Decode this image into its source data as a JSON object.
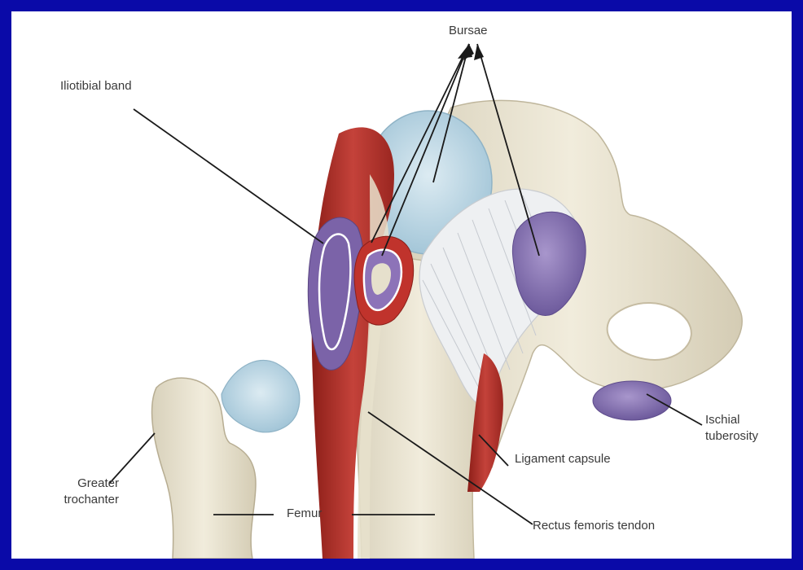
{
  "labels": {
    "bursae": "Bursae",
    "iliotibial_band": "Iliotibial band",
    "greater_trochanter": [
      "Greater",
      "trochanter"
    ],
    "femur": "Femur",
    "ligament_capsule": "Ligament capsule",
    "rectus_femoris_tendon": "Rectus femoris tendon",
    "ischial_tuberosity": [
      "Ischial",
      "tuberosity"
    ]
  },
  "colors": {
    "frame": "#0a0aa8",
    "bone": "#ece6d2",
    "cartilage": "#bcd8e6",
    "muscle": "#b5322a",
    "bursa": "#8a74b4",
    "ligament": "#eef0f2"
  }
}
